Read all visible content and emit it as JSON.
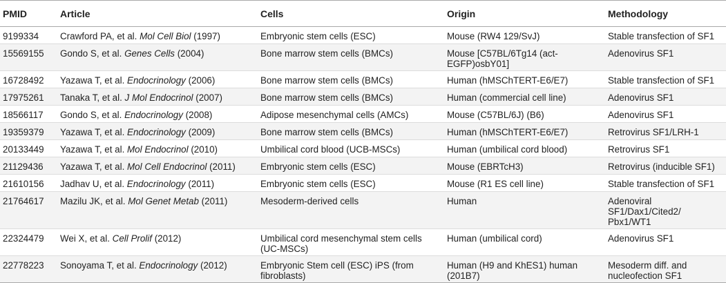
{
  "headers": [
    "PMID",
    "Article",
    "Cells",
    "Origin",
    "Methodology"
  ],
  "rows": [
    {
      "pmid": "9199334",
      "author": "Crawford PA, et al. ",
      "journal": "Mol Cell Biol",
      "year": " (1997)",
      "cells": "Embryonic stem cells (ESC)",
      "origin": "Mouse (RW4 129/SvJ)",
      "method": "Stable transfection of SF1"
    },
    {
      "pmid": "15569155",
      "author": "Gondo S, et al. ",
      "journal": "Genes Cells",
      "year": " (2004)",
      "cells": "Bone marrow stem cells (BMCs)",
      "origin": "Mouse [C57BL/6Tg14 (act-EGFP)osbY01]",
      "method": "Adenovirus SF1"
    },
    {
      "pmid": "16728492",
      "author": "Yazawa T, et al. ",
      "journal": "Endocrinology",
      "year": " (2006)",
      "cells": "Bone marrow stem cells (BMCs)",
      "origin": "Human (hMSChTERT-E6/E7)",
      "method": "Stable transfection of SF1"
    },
    {
      "pmid": "17975261",
      "author": "Tanaka T, et al. ",
      "journal": "J Mol Endocrinol",
      "year": " (2007)",
      "cells": "Bone marrow stem cells (BMCs)",
      "origin": "Human (commercial cell line)",
      "method": "Adenovirus SF1"
    },
    {
      "pmid": "18566117",
      "author": "Gondo S, et al. ",
      "journal": "Endocrinology",
      "year": " (2008)",
      "cells": "Adipose mesenchymal cells (AMCs)",
      "origin": "Mouse (C57BL/6J) (B6)",
      "method": "Adenovirus SF1"
    },
    {
      "pmid": "19359379",
      "author": "Yazawa T, et al. ",
      "journal": "Endocrinology",
      "year": " (2009)",
      "cells": "Bone marrow stem cells (BMCs)",
      "origin": "Human (hMSChTERT-E6/E7)",
      "method": "Retrovirus SF1/LRH-1"
    },
    {
      "pmid": "20133449",
      "author": "Yazawa T, et al. ",
      "journal": "Mol Endocrinol",
      "year": " (2010)",
      "cells": "Umbilical cord blood (UCB-MSCs)",
      "origin": "Human (umbilical cord blood)",
      "method": "Retrovirus SF1"
    },
    {
      "pmid": "21129436",
      "author": "Yazawa T, et al. ",
      "journal": "Mol Cell Endocrinol",
      "year": " (2011)",
      "cells": "Embryonic stem cells (ESC)",
      "origin": "Mouse (EBRTcH3)",
      "method": "Retrovirus (inducible SF1)"
    },
    {
      "pmid": "21610156",
      "author": "Jadhav U, et al. ",
      "journal": "Endocrinology",
      "year": " (2011)",
      "cells": "Embryonic stem cells (ESC)",
      "origin": "Mouse (R1 ES cell line)",
      "method": "Stable transfection of SF1"
    },
    {
      "pmid": "21764617",
      "author": "Mazilu JK, et al. ",
      "journal": "Mol Genet Metab",
      "year": " (2011)",
      "cells": "Mesoderm-derived cells",
      "origin": "Human",
      "method": "Adenoviral SF1/Dax1/Cited2/ Pbx1/WT1"
    },
    {
      "pmid": "22324479",
      "author": "Wei X, et al. ",
      "journal": "Cell Prolif",
      "year": " (2012)",
      "cells": "Umbilical cord mesenchymal stem cells (UC-MSCs)",
      "origin": "Human (umbilical cord)",
      "method": "Adenovirus SF1"
    },
    {
      "pmid": "22778223",
      "author": "Sonoyama T, et al. ",
      "journal": "Endocrinology",
      "year": " (2012)",
      "cells": "Embryonic Stem cell (ESC) iPS (from fibroblasts)",
      "origin": "Human (H9 and KhES1) human (201B7)",
      "method": "Mesoderm diff. and nucleofection SF1"
    }
  ]
}
